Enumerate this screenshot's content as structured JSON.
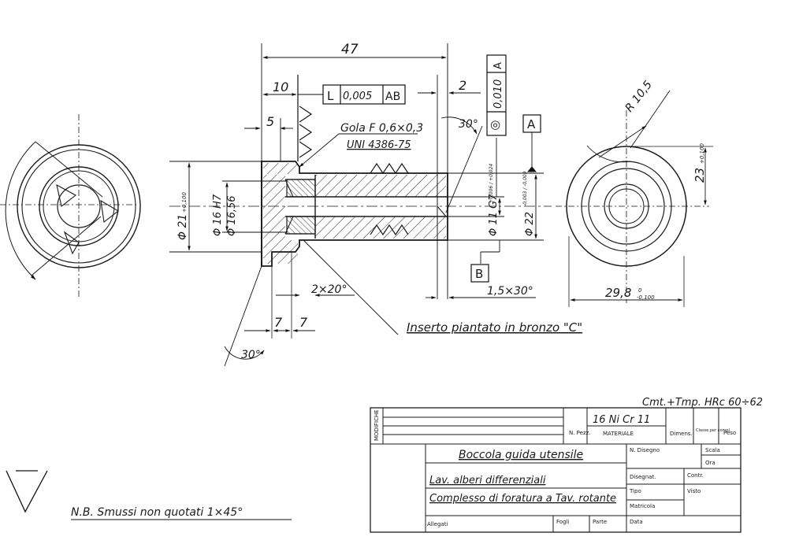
{
  "dims": {
    "d47": "47",
    "d10": "10",
    "d5": "5",
    "d2": "2",
    "d30top": "30°",
    "d30bottom": "30°",
    "d7a": "7",
    "d7b": "7",
    "r105": "R 10,5",
    "d23": "23",
    "d23tol": "+0,100",
    "d298": "29,8",
    "d298tol": "-0,100",
    "d298tol0": "0",
    "dia21": "Φ 21",
    "dia21tol": "+0,100",
    "dia16h7": "Φ 16 H7",
    "dia1656": "Φ 16,56",
    "dia11g7": "Φ 11 G7",
    "dia11tol": "+0,006 / +0,024",
    "dia22": "Φ 22",
    "dia22tol": "-0,003 / -0,009",
    "ch2x20": "2×20°",
    "ch15x30": "1,5×30°"
  },
  "notes": {
    "gola": "Gola F 0,6×0,3",
    "uni": "UNI 4386-75",
    "inserto": "Inserto piantato in bronzo \"C\"",
    "nb": "N.B.  Smussi non quotati  1×45°"
  },
  "tolerances": {
    "flatness_symbol": "L",
    "flatness_value": "0,005",
    "flatness_datums": "AB",
    "concentric_symbol": "◎",
    "concentric_value": "0,010",
    "concentric_datum": "A",
    "datum_a": "A",
    "datum_b": "B"
  },
  "title_block": {
    "heat_treatment": "Cmt.+Tmp. HRc 60÷62",
    "material": "16 Ni Cr 11",
    "material_label": "MATERIALE",
    "n_pezzi_label": "N. Pezz.",
    "dimensions_label": "Dimens.",
    "peso_grezzo_label": "Classe per compl.",
    "peso_label": "Peso",
    "modifiche_label": "MODIFICHE",
    "description": "Boccola guida utensile",
    "line2": "Lav. alberi differenziali",
    "line3": "Complesso di foratura a Tav. rotante",
    "n_disegno_label": "N. Disegno",
    "scala_label": "Scala",
    "ora_label": "Ora",
    "disegnatore_label": "Disegnat.",
    "controllo_label": "Contr.",
    "tipo_label": "Tipo",
    "visto_label": "Visto",
    "matricola_label": "Matricola",
    "allegati_label": "Allegati",
    "foglio_label": "Fogli",
    "parte_label": "Parte",
    "data_label": "Data"
  }
}
